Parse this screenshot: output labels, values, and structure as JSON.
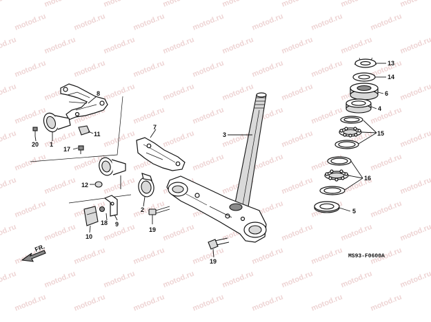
{
  "diagram": {
    "watermark_text": "motod.ru",
    "catalog_code": "MS93-F0600A",
    "direction_label": "FR.",
    "colors": {
      "lines": "#111111",
      "watermark": "#e0b0b0",
      "metal_light": "#d9d9d9",
      "metal_dark": "#8a8a8a"
    },
    "callouts": {
      "c1": "1",
      "c2": "2",
      "c3": "3",
      "c4": "4",
      "c5": "5",
      "c6": "6",
      "c7": "7",
      "c8": "8",
      "c9": "9",
      "c10": "10",
      "c11": "11",
      "c12": "12",
      "c13": "13",
      "c14": "14",
      "c15": "15",
      "c16": "16",
      "c17": "17",
      "c18": "18",
      "c19a": "19",
      "c19b": "19",
      "c20": "20"
    }
  }
}
